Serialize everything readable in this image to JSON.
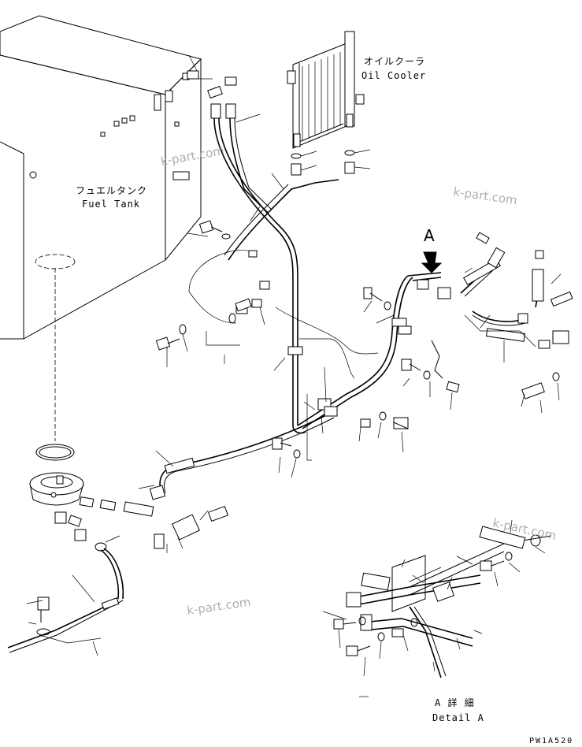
{
  "labels": {
    "oil_cooler_jp": "オイルクーラ",
    "oil_cooler_en": "Oil Cooler",
    "fuel_tank_jp": "フュエルタンク",
    "fuel_tank_en": "Fuel Tank",
    "view_marker": "A",
    "detail_jp": "A 詳 細",
    "detail_en": "Detail A",
    "drawing_code": "PW1A520"
  },
  "watermarks": [
    "k-part.com",
    "k-part.com",
    "k-part.com",
    "k-part.com"
  ]
}
